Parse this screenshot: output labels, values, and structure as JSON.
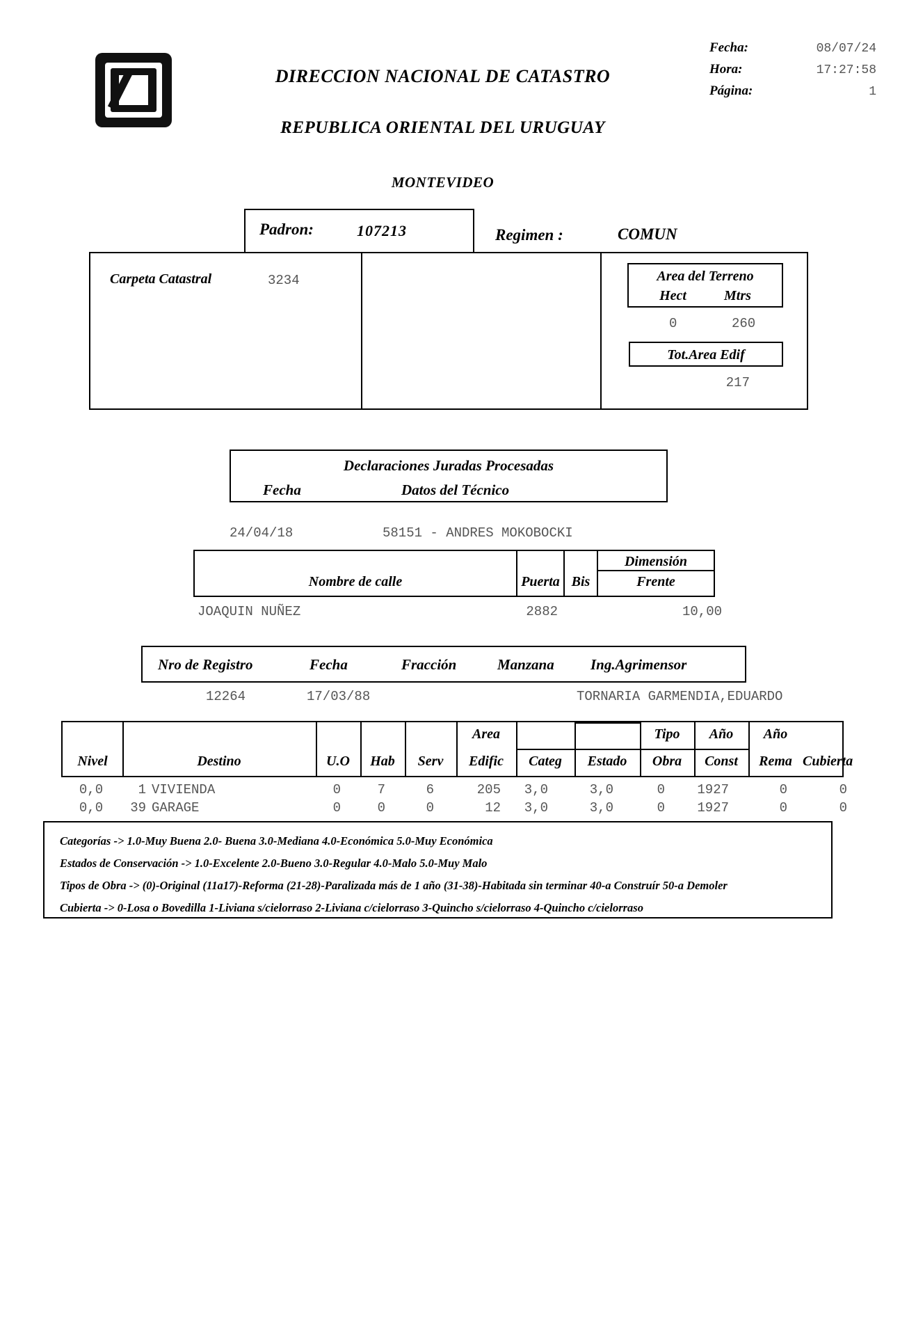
{
  "header": {
    "logo_name": "catastro-emblem",
    "title_line1": "DIRECCION NACIONAL DE CATASTRO",
    "title_line2": "REPUBLICA ORIENTAL DEL URUGUAY",
    "city": "MONTEVIDEO",
    "meta": {
      "fecha_label": "Fecha:",
      "fecha_value": "08/07/24",
      "hora_label": "Hora:",
      "hora_value": "17:27:58",
      "pagina_label": "Página:",
      "pagina_value": "1"
    }
  },
  "padron": {
    "label": "Padron:",
    "value": "107213",
    "regimen_label": "Regimen :",
    "regimen_value": "COMUN"
  },
  "info": {
    "carpeta_label": "Carpeta Catastral",
    "carpeta_value": "3234",
    "terreno_title": "Area del Terreno",
    "terreno_hect_label": "Hect",
    "terreno_mtrs_label": "Mtrs",
    "terreno_hect_value": "0",
    "terreno_mtrs_value": "260",
    "edif_title": "Tot.Area Edif",
    "edif_value": "217"
  },
  "declaraciones": {
    "title": "Declaraciones Juradas Procesadas",
    "col_fecha": "Fecha",
    "col_tecnico": "Datos del Técnico",
    "row_fecha": "24/04/18",
    "row_tecnico": "58151 - ANDRES MOKOBOCKI"
  },
  "calle": {
    "col_nombre": "Nombre de calle",
    "col_puerta": "Puerta",
    "col_bis": "Bis",
    "col_dimension": "Dimensión",
    "col_frente": "Frente",
    "row_nombre": "JOAQUIN NUÑEZ",
    "row_puerta": "2882",
    "row_bis": "",
    "row_frente": "10,00"
  },
  "registro": {
    "col_nro": "Nro de Registro",
    "col_fecha": "Fecha",
    "col_fraccion": "Fracción",
    "col_manzana": "Manzana",
    "col_agrimensor": "Ing.Agrimensor",
    "row_nro": "12264",
    "row_fecha": "17/03/88",
    "row_fraccion": "",
    "row_manzana": "",
    "row_agrimensor": "TORNARIA GARMENDIA,EDUARDO"
  },
  "main_table": {
    "headers": {
      "nivel": "Nivel",
      "destino": "Destino",
      "uo": "U.O",
      "hab": "Hab",
      "serv": "Serv",
      "area_top": "Area",
      "area_bottom": "Edific",
      "categ": "Categ",
      "estado": "Estado",
      "tipo_top": "Tipo",
      "tipo_bottom": "Obra",
      "anio_const_top": "Año",
      "anio_const_bottom": "Const",
      "anio_rema_top": "Año",
      "anio_rema_bottom": "Rema",
      "cubierta": "Cubierta"
    },
    "rows": [
      {
        "nivel": "0,0",
        "destino_code": "1",
        "destino": "VIVIENDA",
        "uo": "0",
        "hab": "7",
        "serv": "6",
        "area_edific": "205",
        "categ": "3,0",
        "estado": "3,0",
        "tipo_obra": "0",
        "anio_const": "1927",
        "anio_rema": "0",
        "cubierta": "0"
      },
      {
        "nivel": "0,0",
        "destino_code": "39",
        "destino": "GARAGE",
        "uo": "0",
        "hab": "0",
        "serv": "0",
        "area_edific": "12",
        "categ": "3,0",
        "estado": "3,0",
        "tipo_obra": "0",
        "anio_const": "1927",
        "anio_rema": "0",
        "cubierta": "0"
      }
    ]
  },
  "legend": {
    "line1": "Categorías -> 1.0-Muy Buena 2.0- Buena 3.0-Mediana 4.0-Económica 5.0-Muy Económica",
    "line2": "Estados de Conservación -> 1.0-Excelente 2.0-Bueno 3.0-Regular 4.0-Malo 5.0-Muy Malo",
    "line3": "Tipos de Obra -> (0)-Original   (11a17)-Reforma (21-28)-Paralizada más de 1 año (31-38)-Habitada sin terminar 40-a Construír 50-a Demoler",
    "line4": "Cubierta -> 0-Losa o Bovedilla 1-Liviana s/cielorraso 2-Liviana c/cielorraso 3-Quincho s/cielorraso 4-Quincho c/cielorraso"
  }
}
